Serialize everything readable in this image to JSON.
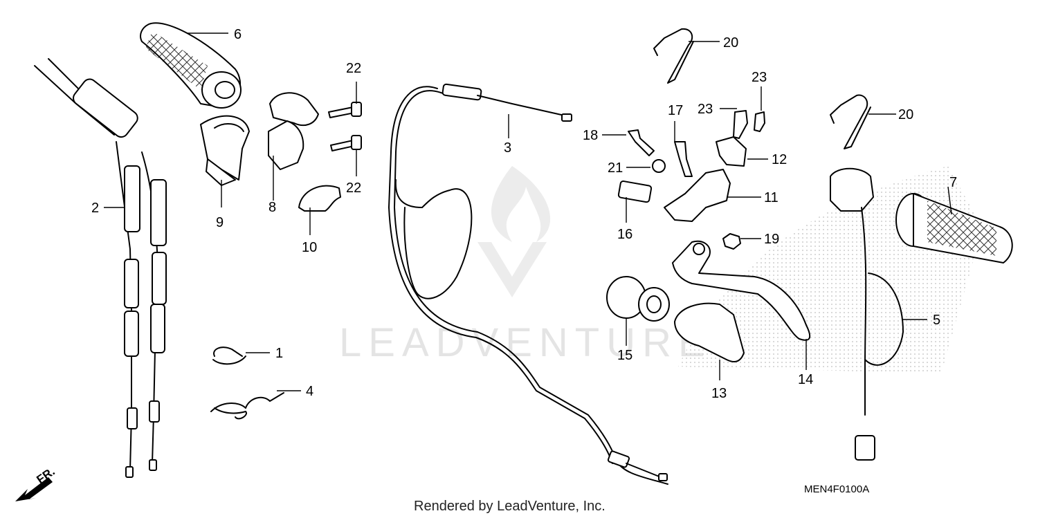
{
  "callouts": {
    "c1": "1",
    "c2": "2",
    "c3": "3",
    "c4": "4",
    "c5": "5",
    "c6": "6",
    "c7": "7",
    "c8": "8",
    "c9": "9",
    "c10": "10",
    "c11": "11",
    "c12": "12",
    "c13": "13",
    "c14": "14",
    "c15": "15",
    "c16": "16",
    "c17": "17",
    "c18": "18",
    "c19": "19",
    "c20a": "20",
    "c20b": "20",
    "c21": "21",
    "c22a": "22",
    "c22b": "22",
    "c23a": "23",
    "c23b": "23"
  },
  "diagram_code": "MEN4F0100A",
  "credit": "Rendered by LeadVenture, Inc.",
  "front_marker": "FR.",
  "watermark": "LEADVENTURE",
  "colors": {
    "line": "#000000",
    "background": "#ffffff",
    "watermark": "#e4e4e4",
    "dots": "#bdbdbd"
  }
}
